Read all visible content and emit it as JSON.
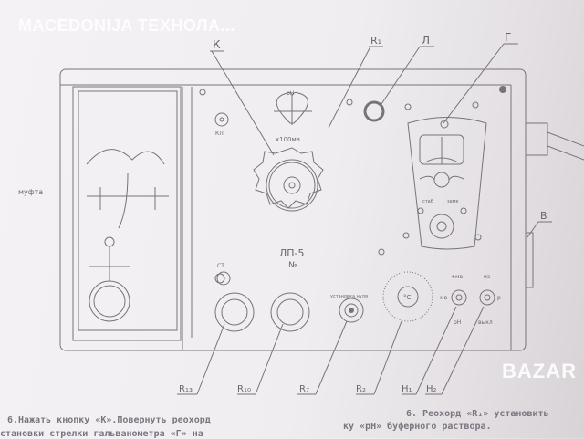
{
  "watermark": "MACEDONIJA ТЕХНОЛА...",
  "logo": "BAZAR",
  "callouts_top": {
    "k": "К",
    "r1": "R₁",
    "l": "Л",
    "g": "Г",
    "v": "В"
  },
  "callouts_bottom": {
    "r13": "R₁₃",
    "r10": "R₁₀",
    "r7": "R₇",
    "r2": "R₂",
    "h1": "Н₁",
    "h2": "Н₂"
  },
  "left_label": "муфта",
  "panel": {
    "kl": "КЛ.",
    "ph": "pH",
    "x100": "х100мв",
    "model": "ЛП-5",
    "number": "№",
    "st": "СТ.",
    "zero": "установка нуля",
    "temp": "°C",
    "plus_mv": "+мв",
    "minus_mv": "-мв",
    "ph2": "pH",
    "iz": "из",
    "p": "р",
    "off": "выкл",
    "stab": "стаб",
    "zamk": "замк"
  },
  "text_left": [
    "6.Нажать кнопку «К».Повернуть реохорд",
    "становки стрелки гальванометра «Г» на"
  ],
  "text_right": [
    "6. Реохорд «R₁» установить",
    "ку «pH» буферного раствора."
  ]
}
